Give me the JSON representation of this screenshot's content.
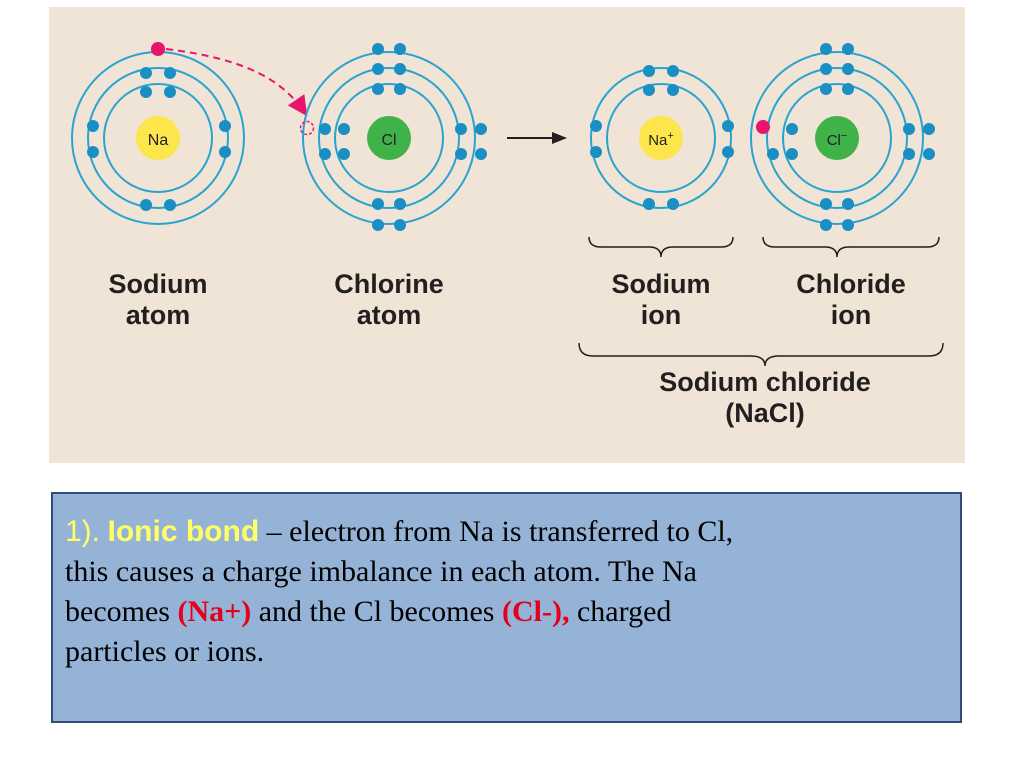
{
  "diagram": {
    "labels": {
      "sodium_atom": [
        "Sodium",
        "atom"
      ],
      "chlorine_atom": [
        "Chlorine",
        "atom"
      ],
      "sodium_ion": [
        "Sodium",
        "ion"
      ],
      "chloride_ion": [
        "Chloride",
        "ion"
      ],
      "compound": [
        "Sodium chloride",
        "(NaCl)"
      ]
    },
    "nuclei": {
      "na": "Na",
      "cl": "Cl",
      "na_ion": "Na",
      "na_ion_charge": "+",
      "cl_ion": "Cl",
      "cl_ion_charge": "−"
    },
    "colors": {
      "background": "#f0e4d6",
      "orbit": "#2aa3cf",
      "electron": "#1a8fc4",
      "transferred_electron": "#e8156e",
      "na_nucleus": "#fde64b",
      "cl_nucleus": "#3fb24a"
    }
  },
  "text_box": {
    "number": "1).",
    "term": "Ionic bond",
    "line1_rest": " – electron from Na is transferred to Cl,",
    "line2": "this causes a charge imbalance in each atom.  The Na",
    "line3_pre": "becomes ",
    "na_plus": "(Na+)",
    "line3_mid": " and the Cl becomes ",
    "cl_minus": "(Cl-),",
    "line3_post": " charged",
    "line4": "particles or ions."
  }
}
